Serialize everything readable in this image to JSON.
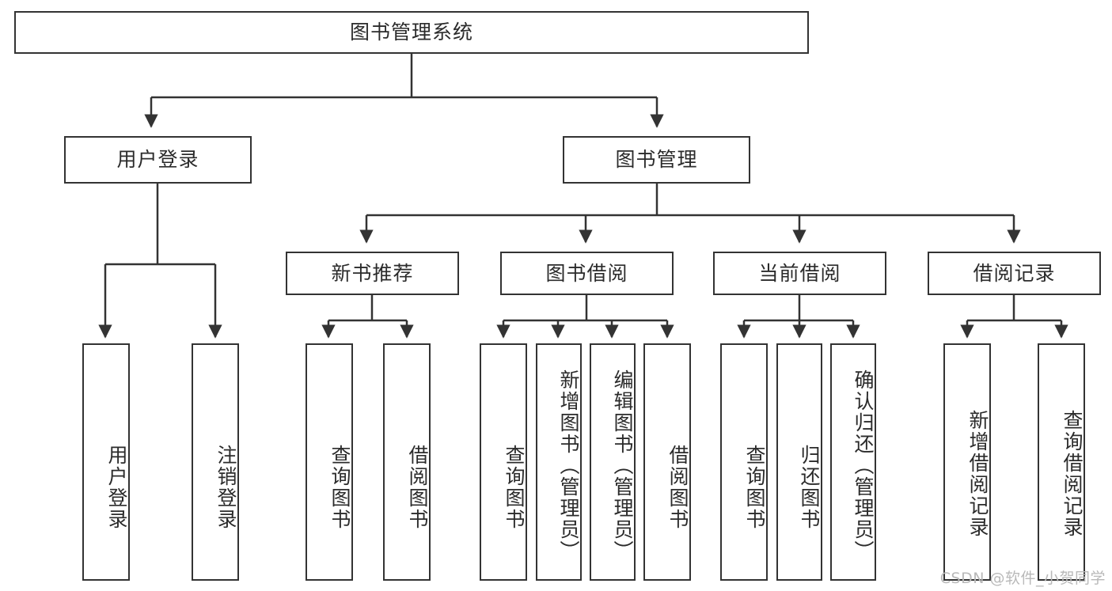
{
  "diagram": {
    "title_node": {
      "label": "图书管理系统"
    },
    "level2": [
      {
        "label": "用户登录"
      },
      {
        "label": "图书管理"
      }
    ],
    "level3": [
      {
        "label": "新书推荐"
      },
      {
        "label": "图书借阅"
      },
      {
        "label": "当前借阅"
      },
      {
        "label": "借阅记录"
      }
    ],
    "leaves": [
      {
        "label": "用户登录"
      },
      {
        "label": "注销登录"
      },
      {
        "label": "查询图书"
      },
      {
        "label": "借阅图书"
      },
      {
        "label": "查询图书"
      },
      {
        "label": "新增图书（管理员）"
      },
      {
        "label": "编辑图书（管理员）"
      },
      {
        "label": "借阅图书"
      },
      {
        "label": "查询图书"
      },
      {
        "label": "归还图书"
      },
      {
        "label": "确认归还（管理员）"
      },
      {
        "label": "新增借阅记录"
      },
      {
        "label": "查询借阅记录"
      }
    ]
  },
  "watermark": {
    "text": "CSDN @软件_小贺同学"
  },
  "colors": {
    "stroke": "#333333",
    "text": "#2b2b2b",
    "background": "#ffffff",
    "watermark": "#b9b9b9"
  }
}
